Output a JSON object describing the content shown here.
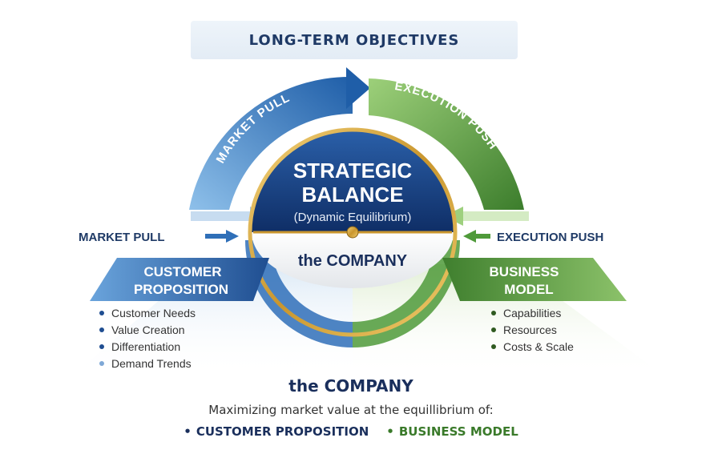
{
  "header": {
    "title": "LONG-TERM OBJECTIVES"
  },
  "arc": {
    "left_label": "MARKET PULL",
    "right_label": "EXECUTION PUSH"
  },
  "center": {
    "title_line1": "STRATEGIC",
    "title_line2": "BALANCE",
    "subtitle": "(Dynamic Equilibrium)",
    "company": "the COMPANY"
  },
  "side_arrows": {
    "left_label": "MARKET PULL",
    "right_label": "EXECUTION PUSH"
  },
  "left_panel": {
    "title_line1": "CUSTOMER",
    "title_line2": "PROPOSITION",
    "items": [
      "Customer Needs",
      "Value Creation",
      "Differentiation",
      "Demand Trends"
    ]
  },
  "right_panel": {
    "title_line1": "BUSINESS",
    "title_line2": "MODEL",
    "items": [
      "Capabilities",
      "Resources",
      "Costs & Scale"
    ]
  },
  "footer": {
    "title": "the COMPANY",
    "subtitle": "Maximizing market value at the equillibrium of:",
    "left_item": "CUSTOMER PROPOSITION",
    "right_item": "BUSINESS MODEL"
  },
  "colors": {
    "blue_dark": "#1f4e91",
    "blue_light": "#6fa8dc",
    "green_dark": "#3f7f2e",
    "green_light": "#8cc26a",
    "gold": "#d4a73a",
    "navy_text": "#1a2f5c"
  }
}
